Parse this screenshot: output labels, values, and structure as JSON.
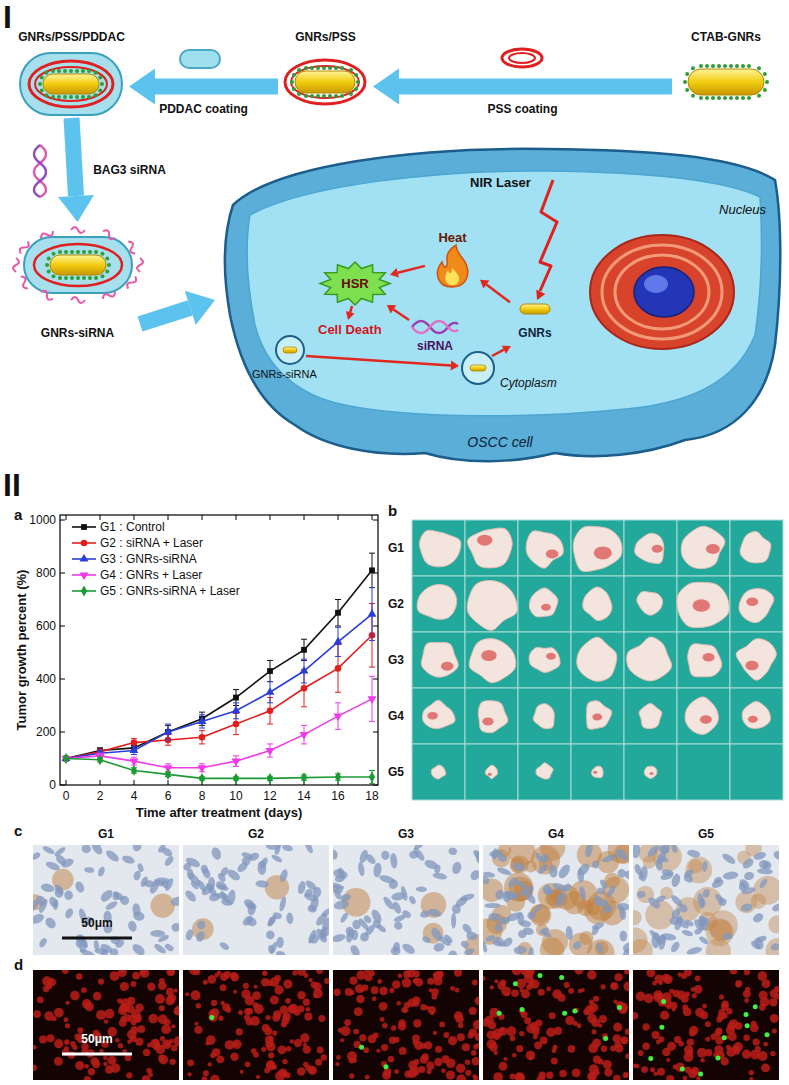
{
  "diagram": {
    "nodes": [
      {
        "text": [
          "GNRs/PSS/PDDAC"
        ]
      },
      {
        "text": [
          "GNRs/PSS"
        ]
      },
      {
        "text": [
          "CTAB-GNRs"
        ]
      },
      {
        "text": [
          "GNRs-siRNA"
        ]
      },
      {
        "text": [
          "OSCC cell"
        ]
      },
      {
        "text": [
          "Nucleus"
        ],
        "in": 4
      },
      {
        "text": [
          "Heat"
        ],
        "in": 4
      },
      {
        "text": [
          "HSR"
        ],
        "in": 4
      },
      {
        "text": [
          "GNRs"
        ],
        "in": 4
      },
      {
        "text": [
          "siRNA"
        ],
        "in": 4
      }
    ],
    "edges": [
      {
        "from": 2,
        "to": 1,
        "label": "PSS coating",
        "arrow": "to"
      },
      {
        "from": 1,
        "to": 0,
        "label": "PDDAC coating",
        "arrow": "to"
      },
      {
        "from": 0,
        "to": 3,
        "label": "BAG3 siRNA",
        "arrow": "to"
      },
      {
        "from": 3,
        "to": 4,
        "arrow": "to"
      },
      {
        "from": 8,
        "to": 6,
        "arrow": "to"
      },
      {
        "from": 6,
        "to": 7,
        "arrow": "to"
      },
      {
        "from": 9,
        "to": 7,
        "arrow": "to"
      }
    ],
    "labels": [
      "I",
      "NIR Laser",
      "Cell Death",
      "Cytoplasm",
      "GNRs-siRNA",
      "II",
      "a",
      "0",
      "200",
      "400",
      "600",
      "800",
      "1000",
      "0",
      "2",
      "4",
      "6",
      "8",
      "10",
      "12",
      "14",
      "16",
      "18",
      "Tumor growth percent (%)",
      "Time after treatment (days)",
      "b",
      "G1",
      "G2",
      "G3",
      "G4",
      "G5",
      "c",
      "G1",
      "G2",
      "G3",
      "G4",
      "G5",
      "50μm",
      "d",
      "50μm"
    ],
    "legend": [
      {
        "text": "G1 : Control"
      },
      {
        "text": "G2 : siRNA + Laser"
      },
      {
        "text": "G3 : GNRs-siRNA"
      },
      {
        "text": "G4 : GNRs + Laser"
      },
      {
        "text": "G5 : GNRs-siRNA + Laser"
      }
    ]
  }
}
